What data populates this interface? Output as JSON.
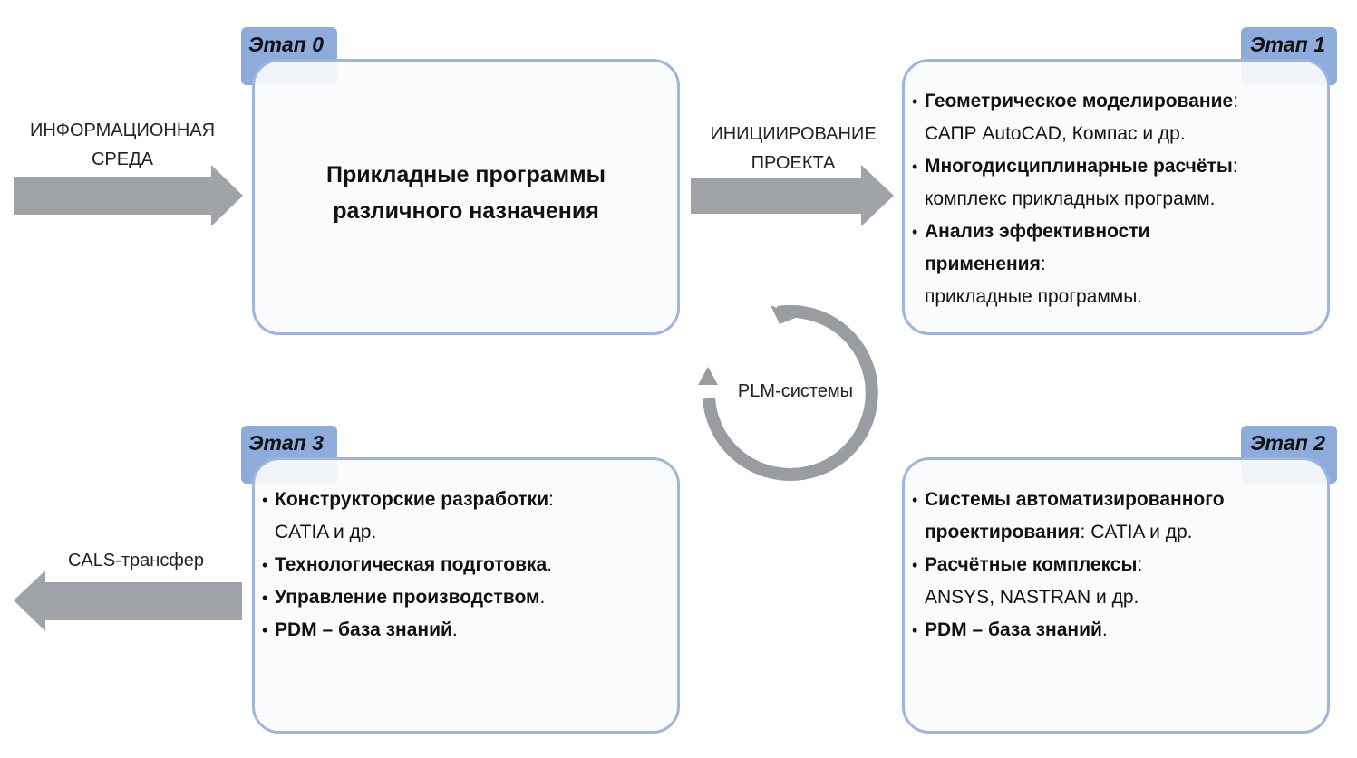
{
  "arrows": {
    "input_label": [
      "ИНФОРМАЦИОННАЯ",
      "СРЕДА"
    ],
    "init_label": [
      "ИНИЦИИРОВАНИЕ",
      "ПРОЕКТА"
    ],
    "output_label": "CALS-трансфер",
    "cycle_label": "PLM-системы"
  },
  "stages": {
    "s0": {
      "tab": "Этап 0",
      "title": [
        "Прикладные программы",
        "различного назначения"
      ]
    },
    "s1": {
      "tab": "Этап 1",
      "bullets": [
        {
          "bold": "Геометрическое моделирование",
          "tail": ":",
          "rest": "САПР AutoCAD, Компас и др."
        },
        {
          "bold": "Многодисциплинарные расчёты",
          "tail": ":",
          "rest": "комплекс прикладных программ."
        },
        {
          "bold": "Анализ эффективности применения",
          "tail": ":",
          "rest": "прикладные программы."
        }
      ]
    },
    "s2": {
      "tab": "Этап 2",
      "bullets": [
        {
          "bold": "Системы автоматизированного проектирования",
          "tail": ": CATIA и др."
        },
        {
          "bold": "Расчётные комплексы",
          "tail": ":",
          "rest": "ANSYS, NASTRAN и др."
        },
        {
          "bold": "PDM – база знаний",
          "tail": "."
        }
      ]
    },
    "s3": {
      "tab": "Этап 3",
      "bullets": [
        {
          "bold": "Конструкторские разработки",
          "tail": ":",
          "rest": "CATIA и др."
        },
        {
          "bold": "Технологическая подготовка",
          "tail": "."
        },
        {
          "bold": "Управление производством",
          "tail": "."
        },
        {
          "bold": "PDM – база знаний",
          "tail": "."
        }
      ]
    }
  },
  "colors": {
    "tab": "#8eacdb",
    "border": "#9cb6e0",
    "arrow": "#a0a3a8"
  }
}
